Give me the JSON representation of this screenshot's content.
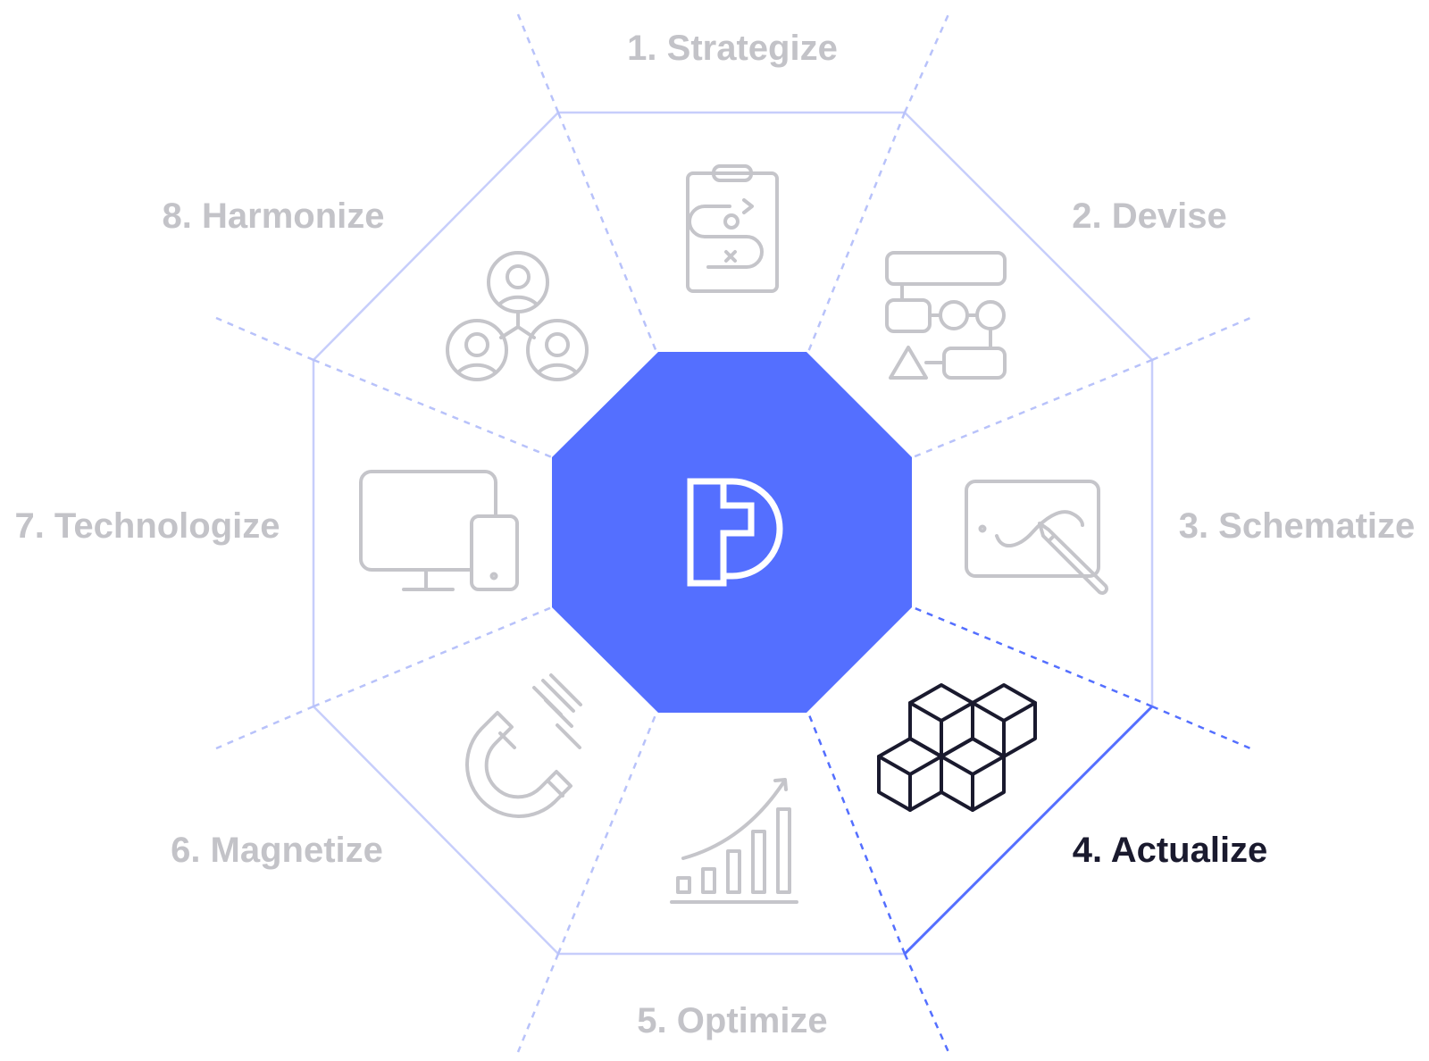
{
  "colors": {
    "accent": "#546FFF",
    "outline": "#C7CEFB",
    "dashed": "#B8C2FA",
    "icon_muted": "#C5C5CA",
    "label_muted": "#C3C3C8",
    "active": "#1A1A2E",
    "logo_stroke": "#FFFFFF"
  },
  "center": {
    "logo_icon": "brand-p-logo-icon"
  },
  "stages": [
    {
      "label": "1. Strategize",
      "icon": "clipboard-strategy-icon",
      "active": false
    },
    {
      "label": "2. Devise",
      "icon": "flowchart-icon",
      "active": false
    },
    {
      "label": "3. Schematize",
      "icon": "drawing-tablet-icon",
      "active": false
    },
    {
      "label": "4. Actualize",
      "icon": "stacked-cubes-icon",
      "active": true
    },
    {
      "label": "5. Optimize",
      "icon": "growth-chart-icon",
      "active": false
    },
    {
      "label": "6. Magnetize",
      "icon": "magnet-icon",
      "active": false
    },
    {
      "label": "7. Technologize",
      "icon": "devices-icon",
      "active": false
    },
    {
      "label": "8. Harmonize",
      "icon": "team-network-icon",
      "active": false
    }
  ]
}
